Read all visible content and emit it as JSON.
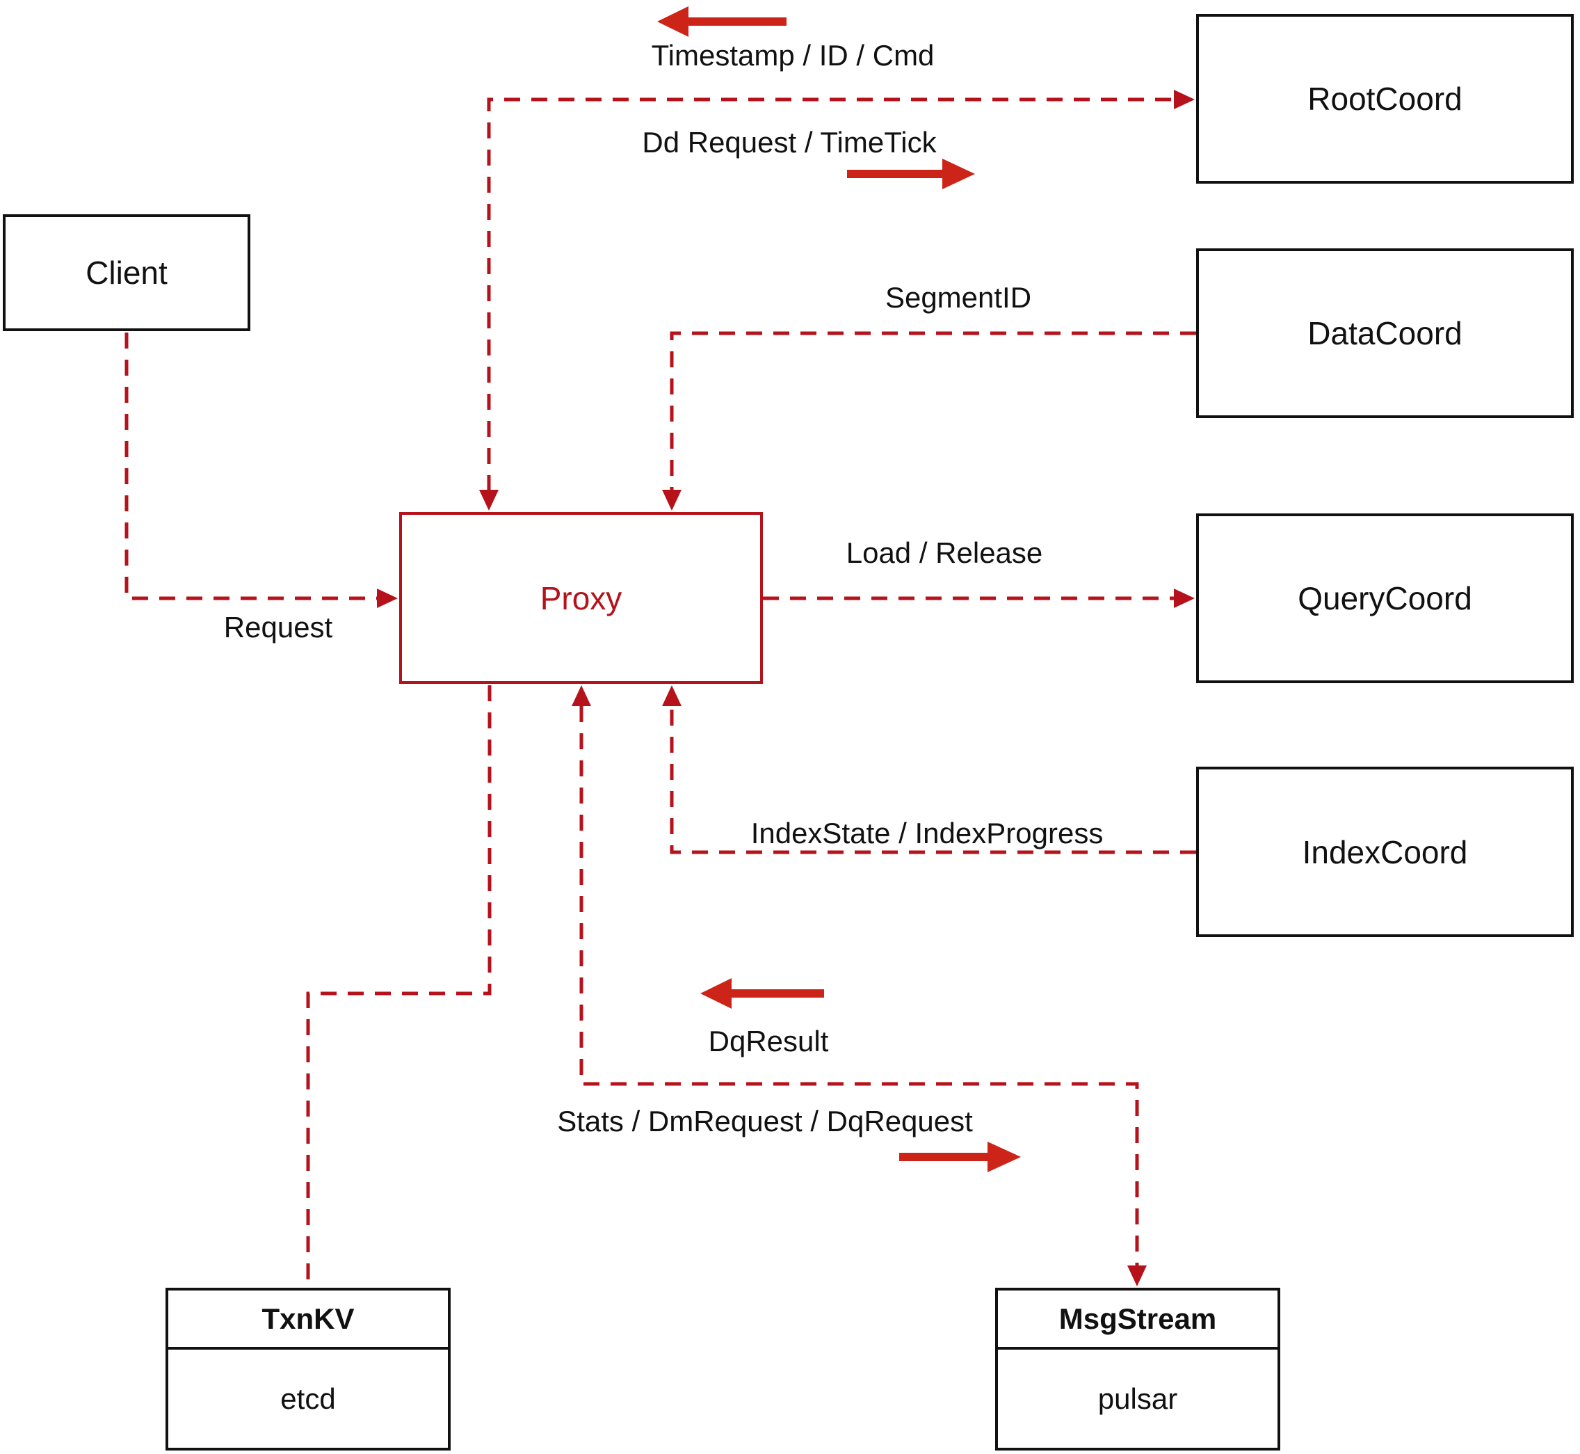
{
  "diagram": {
    "nodes": {
      "client": {
        "label": "Client"
      },
      "proxy": {
        "label": "Proxy"
      },
      "root_coord": {
        "label": "RootCoord"
      },
      "data_coord": {
        "label": "DataCoord"
      },
      "query_coord": {
        "label": "QueryCoord"
      },
      "index_coord": {
        "label": "IndexCoord"
      },
      "txn_kv": {
        "title": "TxnKV",
        "impl": "etcd"
      },
      "msg_stream": {
        "title": "MsgStream",
        "impl": "pulsar"
      }
    },
    "edge_labels": {
      "timestamp": "Timestamp / ID / Cmd",
      "dd_request": "Dd Request / TimeTick",
      "segment_id": "SegmentID",
      "request": "Request",
      "load_release": "Load / Release",
      "index_state": "IndexState / IndexProgress",
      "dq_result": "DqResult",
      "stats": "Stats / DmRequest / DqRequest"
    },
    "colors": {
      "line": "#b5121b",
      "arrow": "#cc2418",
      "border": "#111111"
    }
  }
}
